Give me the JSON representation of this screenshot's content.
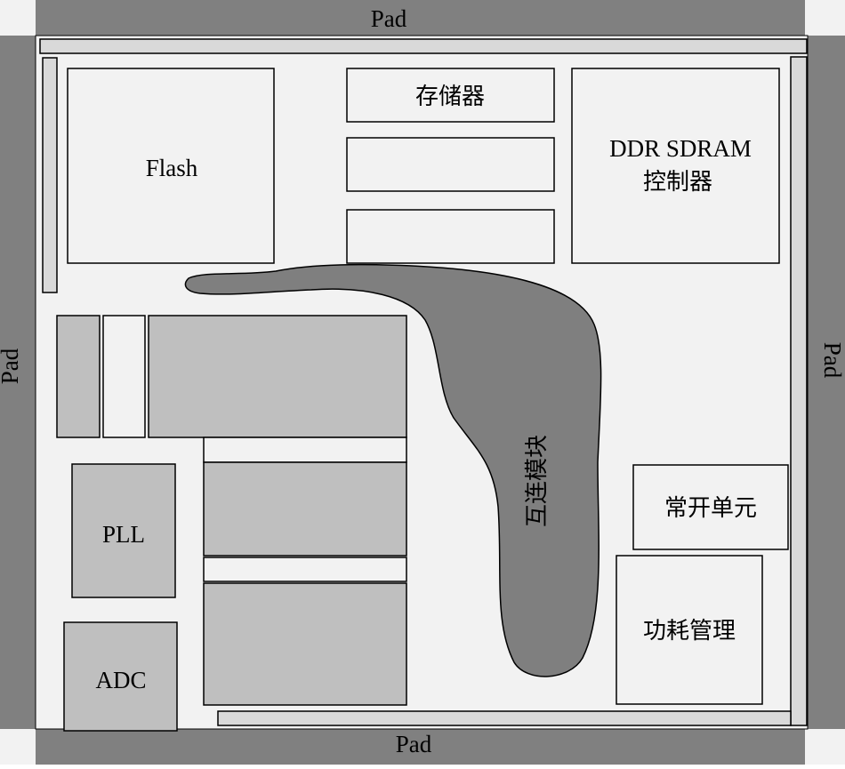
{
  "pads": {
    "top": "Pad",
    "bottom": "Pad",
    "left": "Pad",
    "right": "Pad"
  },
  "blocks": {
    "flash": "Flash",
    "memory": "存储器",
    "ddr_line1": "DDR SDRAM",
    "ddr_line2": "控制器",
    "interconnect": "互连模块",
    "always_on": "常开单元",
    "power_mgmt": "功耗管理",
    "pll": "PLL",
    "adc": "ADC"
  },
  "colors": {
    "pad": "#808080",
    "corner": "#f2f2f2",
    "die": "#f2f2f2",
    "strip": "#d9d9d9",
    "block_light": "#f2f2f2",
    "block_gray": "#bfbfbf",
    "blob": "#7f7f7f",
    "stroke": "#000000"
  }
}
